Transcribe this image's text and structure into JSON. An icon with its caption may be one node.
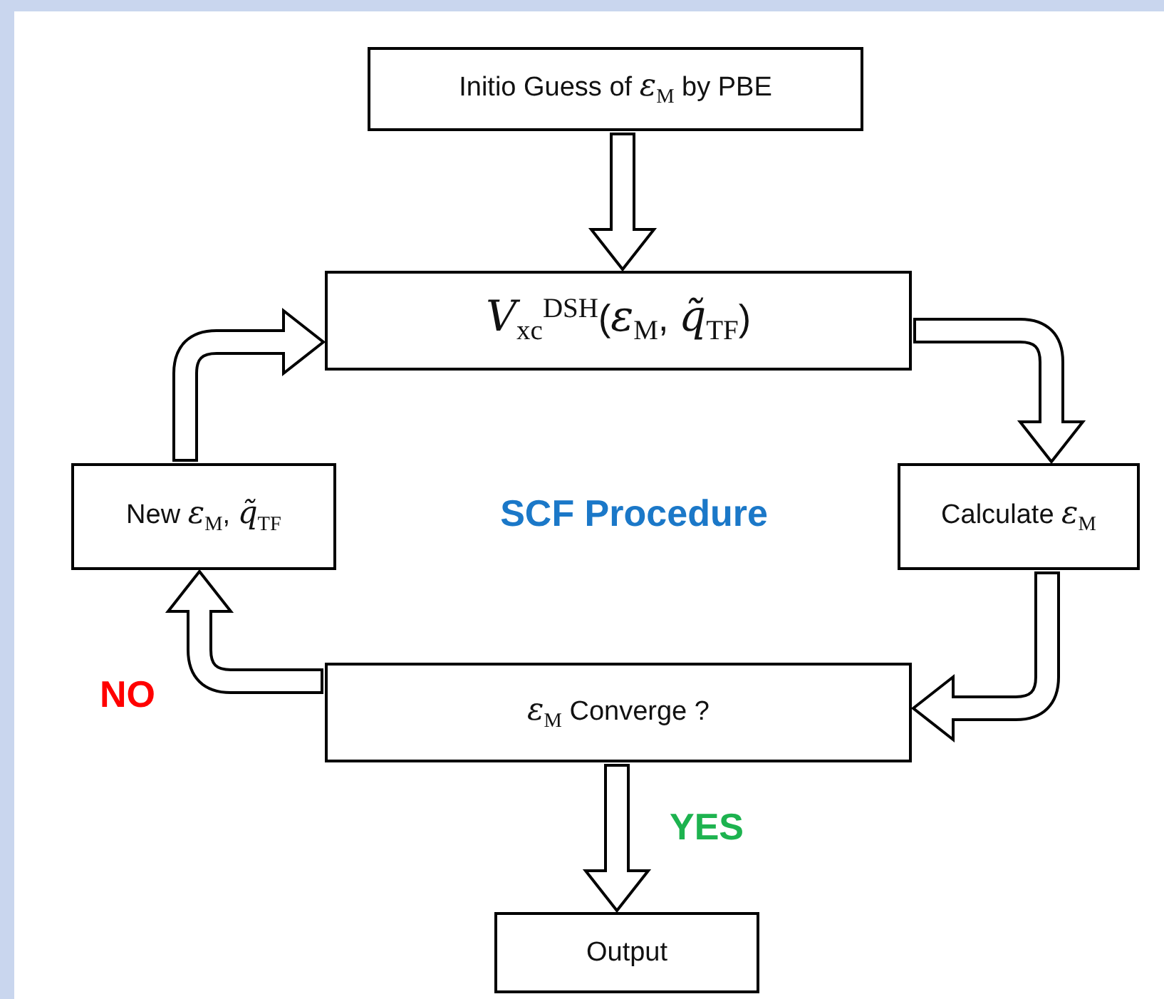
{
  "diagram": {
    "nodes": [
      {
        "text": [
          "Initio Guess of *ε*$_{M}$ by PBE"
        ]
      },
      {
        "text": [
          "*V*$_{xc}$$^{DSH}$(*ε*$_{M}$, *q̃*$_{TF}$)"
        ]
      },
      {
        "text": [
          "New *ε*$_{M}$, *q̃*$_{TF}$"
        ]
      },
      {
        "text": [
          "Calculate *ε*$_{M}$"
        ]
      },
      {
        "text": [
          "*ε*$_{M}$ Converge ?"
        ]
      },
      {
        "text": [
          "Output"
        ]
      }
    ],
    "edges": [
      {
        "from": 0,
        "to": 1,
        "arrow": "to"
      },
      {
        "from": 1,
        "to": 3,
        "arrow": "to"
      },
      {
        "from": 3,
        "to": 4,
        "arrow": "to"
      },
      {
        "from": 4,
        "to": 2,
        "arrow": "to",
        "label": "NO"
      },
      {
        "from": 2,
        "to": 1,
        "arrow": "to"
      },
      {
        "from": 4,
        "to": 5,
        "arrow": "to",
        "label": "YES"
      }
    ],
    "labels": [
      "SCF Procedure"
    ]
  }
}
